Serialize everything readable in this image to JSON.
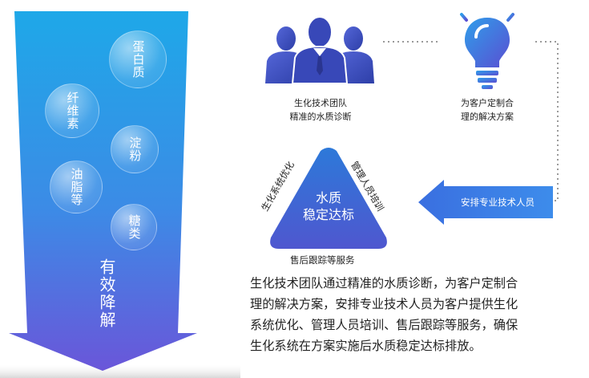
{
  "left_arrow": {
    "title": "有效降解",
    "bubbles": [
      "蛋白质",
      "纤维素",
      "淀粉",
      "油脂等",
      "糖类"
    ]
  },
  "team": {
    "label_line1": "生化技术团队",
    "label_line2": "精准的水质诊断"
  },
  "bulb": {
    "label_line1": "为客户定制合",
    "label_line2": "理的解决方案"
  },
  "arrow_box": {
    "label": "安排专业技术人员"
  },
  "triangle": {
    "center_line1": "水质",
    "center_line2": "稳定达标",
    "left_side": "生化系统优化",
    "right_side": "管理人员培训",
    "bottom_side": "售后跟踪等服务"
  },
  "paragraph": {
    "line1": "生化技术团队通过精准的水质诊断，为客户定制合",
    "line2": "理的解决方案，安排专业技术人员为客户提供生化",
    "line3": "系统优化、管理人员培训、售后跟踪等服务，确保",
    "line4": "生化系统在方案实施后水质稳定达标排放。"
  },
  "colors": {
    "blue_top": "#1EA8E8",
    "purple_bottom": "#6A56D9",
    "text": "#222222",
    "dots": "#9A9A9A"
  }
}
